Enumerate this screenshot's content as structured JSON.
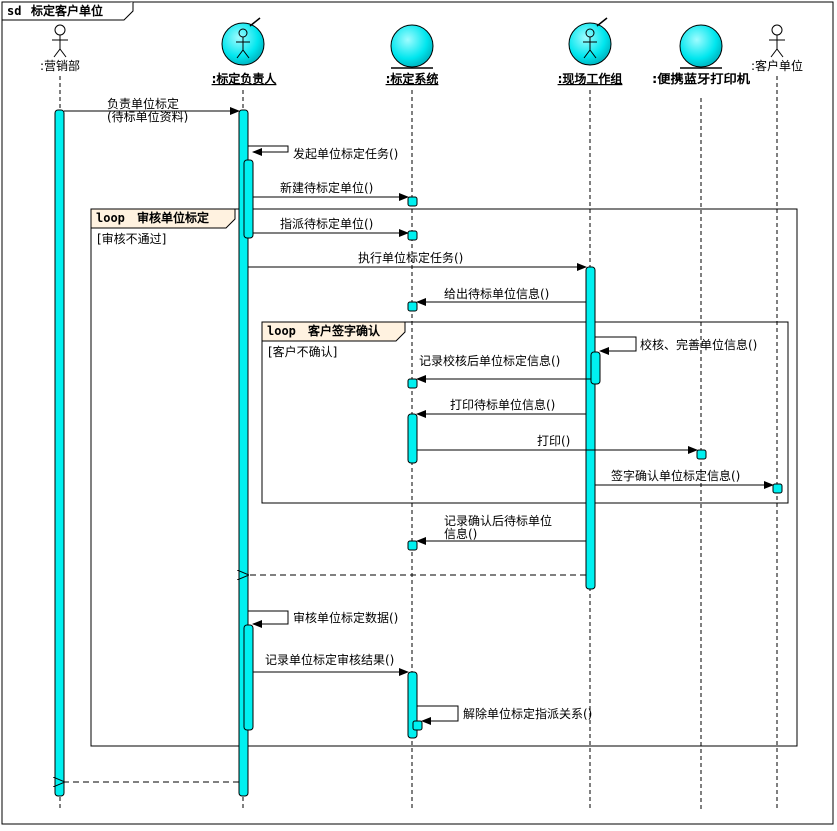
{
  "frame": {
    "keyword": "sd",
    "title": "标定客户单位"
  },
  "lifelines": [
    {
      "id": "marketing",
      "label": ":营销部",
      "kind": "actor"
    },
    {
      "id": "owner",
      "label": ":标定负责人",
      "kind": "boundary-actor"
    },
    {
      "id": "system",
      "label": ":标定系统",
      "kind": "entity"
    },
    {
      "id": "fieldteam",
      "label": ":现场工作组",
      "kind": "boundary-actor"
    },
    {
      "id": "printer",
      "label": ":便携蓝牙打印机",
      "kind": "entity"
    },
    {
      "id": "customer",
      "label": ":客户单位",
      "kind": "actor"
    }
  ],
  "messages": {
    "m1_line1": "负责单位标定",
    "m1_line2": "(待标单位资料)",
    "m2": "发起单位标定任务()",
    "m3": "新建待标定单位()",
    "m4": "指派待标定单位()",
    "m5": "执行单位标定任务()",
    "m6": "给出待标单位信息()",
    "m7": "校核、完善单位信息()",
    "m8": "记录校核后单位标定信息()",
    "m9": "打印待标单位信息()",
    "m10": "打印()",
    "m11": "签字确认单位标定信息()",
    "m12_line1": "记录确认后待标单位",
    "m12_line2": "信息()",
    "m13": "审核单位标定数据()",
    "m14": "记录单位标定审核结果()",
    "m15": "解除单位标定指派关系()"
  },
  "fragments": {
    "outer": {
      "operator": "loop",
      "title": "审核单位标定",
      "guard": "[审核不通过]"
    },
    "inner": {
      "operator": "loop",
      "title": "客户签字确认",
      "guard": "[客户不确认]"
    }
  },
  "colors": {
    "activation": "#00f0f0",
    "fragment_tab": "#fff2e0",
    "lifeline": "#000000"
  }
}
